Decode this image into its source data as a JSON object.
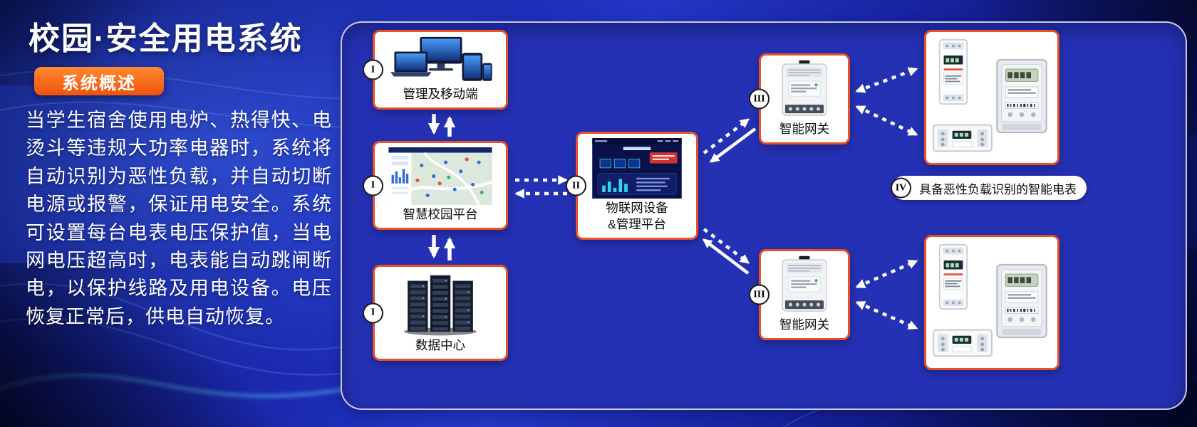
{
  "colors": {
    "box_border": "#e8502a",
    "badge_from": "#ff8a2e",
    "badge_to": "#f0520e",
    "panel_bg": "#2531b5",
    "arrow": "#ffffff"
  },
  "header": {
    "title": "校园·安全用电系统",
    "badge": "系统概述"
  },
  "overview": "当学生宿舍使用电炉、热得快、电烫斗等违规大功率电器时，系统将自动识别为恶性负载，并自动切断电源或报警，保证用电安全。系统可设置每台电表电压保护值，当电网电压超高时，电表能自动跳闸断电，以保护线路及用电设备。电压恢复正常后，供电自动恢复。",
  "nodes": {
    "management": {
      "numeral": "I",
      "label": "管理及移动端"
    },
    "campus_platform": {
      "numeral": "I",
      "label": "智慧校园平台"
    },
    "data_center": {
      "numeral": "I",
      "label": "数据中心"
    },
    "iot_platform": {
      "numeral": "II",
      "label_line1": "物联网设备",
      "label_line2": "&管理平台"
    },
    "gateway_top": {
      "numeral": "III",
      "label": "智能网关"
    },
    "gateway_bottom": {
      "numeral": "III",
      "label": "智能网关"
    },
    "smart_meters": {
      "numeral": "IV",
      "label": "具备恶性负载识别的智能电表"
    }
  }
}
